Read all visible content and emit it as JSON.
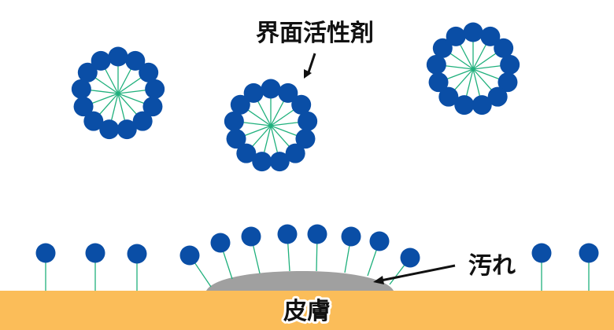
{
  "labels": {
    "surfactant": "界面活性剤",
    "dirt": "汚れ",
    "skin": "皮膚"
  },
  "colors": {
    "head": "#0a4ea6",
    "tail": "#1fb07c",
    "dirt": "#a0a0a0",
    "skin": "#fbbd59",
    "arrow": "#111111"
  }
}
